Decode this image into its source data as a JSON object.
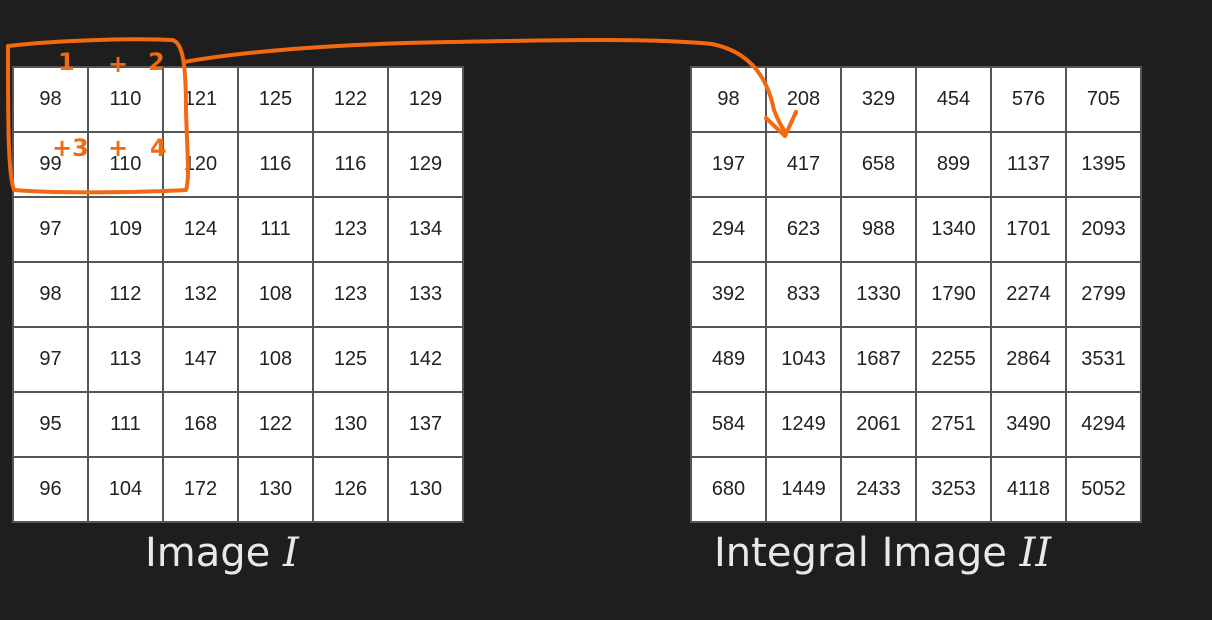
{
  "image_table": {
    "rows": [
      [
        "98",
        "110",
        "121",
        "125",
        "122",
        "129"
      ],
      [
        "99",
        "110",
        "120",
        "116",
        "116",
        "129"
      ],
      [
        "97",
        "109",
        "124",
        "111",
        "123",
        "134"
      ],
      [
        "98",
        "112",
        "132",
        "108",
        "123",
        "133"
      ],
      [
        "97",
        "113",
        "147",
        "108",
        "125",
        "142"
      ],
      [
        "95",
        "111",
        "168",
        "122",
        "130",
        "137"
      ],
      [
        "96",
        "104",
        "172",
        "130",
        "126",
        "130"
      ]
    ]
  },
  "integral_table": {
    "rows": [
      [
        "98",
        "208",
        "329",
        "454",
        "576",
        "705"
      ],
      [
        "197",
        "417",
        "658",
        "899",
        "1137",
        "1395"
      ],
      [
        "294",
        "623",
        "988",
        "1340",
        "1701",
        "2093"
      ],
      [
        "392",
        "833",
        "1330",
        "1790",
        "2274",
        "2799"
      ],
      [
        "489",
        "1043",
        "1687",
        "2255",
        "2864",
        "3531"
      ],
      [
        "584",
        "1249",
        "2061",
        "2751",
        "3490",
        "4294"
      ],
      [
        "680",
        "1449",
        "2433",
        "3253",
        "4118",
        "5052"
      ]
    ]
  },
  "captions": {
    "left_text": "Image ",
    "left_symbol": "I",
    "right_text": "Integral Image ",
    "right_symbol": "II"
  },
  "annotation": {
    "color": "#f26a10",
    "marks": [
      "1",
      "+",
      "2",
      "+3",
      "+",
      "4"
    ]
  }
}
